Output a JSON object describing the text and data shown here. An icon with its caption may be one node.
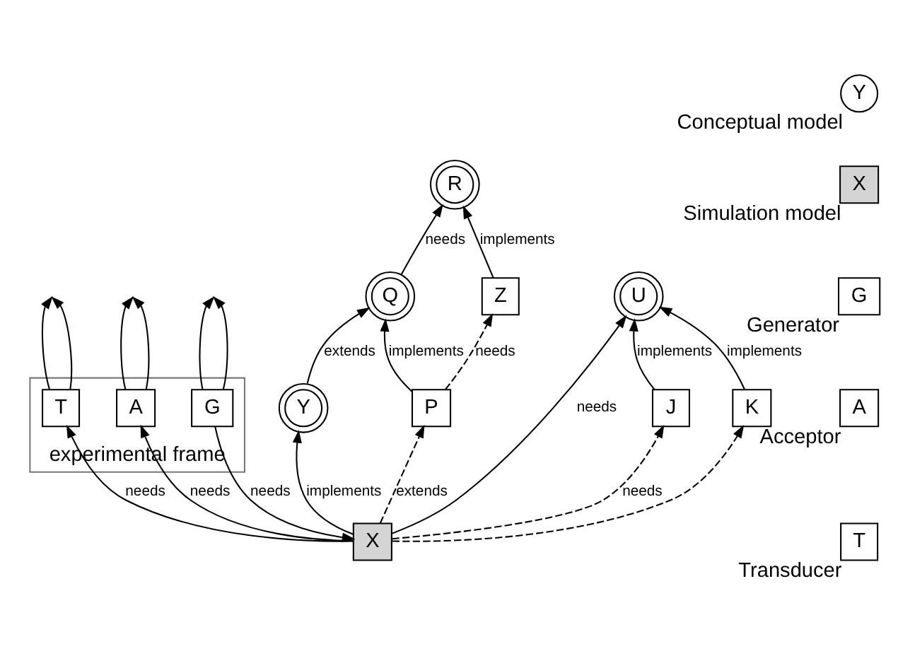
{
  "diagram": {
    "nodes": [
      {
        "text": [
          "experimental frame"
        ]
      },
      {
        "text": [
          "T"
        ],
        "in": 0
      },
      {
        "text": [
          "A"
        ],
        "in": 0
      },
      {
        "text": [
          "G"
        ],
        "in": 0
      },
      {
        "text": [
          "R"
        ]
      },
      {
        "text": [
          "Z"
        ]
      },
      {
        "text": [
          "Q"
        ]
      },
      {
        "text": [
          "Y"
        ]
      },
      {
        "text": [
          "P"
        ]
      },
      {
        "text": [
          "X"
        ]
      },
      {
        "text": [
          "U"
        ]
      },
      {
        "text": [
          "J"
        ]
      },
      {
        "text": [
          "K"
        ]
      },
      {
        "text": [
          "T"
        ],
        "beside": [
          "Transducer"
        ]
      },
      {
        "text": [
          "A"
        ],
        "beside": [
          "Acceptor"
        ]
      },
      {
        "text": [
          "G"
        ],
        "beside": [
          "Generator"
        ]
      },
      {
        "text": [
          "X"
        ],
        "beside": [
          "Simulation model"
        ]
      },
      {
        "text": [
          "Y"
        ],
        "beside": [
          "Conceptual model"
        ]
      }
    ],
    "edges": [
      {
        "from": 8,
        "to": 5,
        "arrow": "to",
        "label": "needs",
        "style": "dashed"
      },
      {
        "from": 5,
        "to": 4,
        "arrow": "to",
        "label": "implements"
      },
      {
        "from": 6,
        "to": 4,
        "arrow": "to",
        "label": "needs"
      },
      {
        "from": 7,
        "to": 6,
        "arrow": "to",
        "label": "extends"
      },
      {
        "from": 8,
        "to": 6,
        "arrow": "to",
        "label": "implements"
      },
      {
        "from": 9,
        "to": 7,
        "arrow": "to",
        "label": "implements"
      },
      {
        "from": 9,
        "to": 8,
        "arrow": "to",
        "label": "extends",
        "style": "dashed"
      },
      {
        "from": 9,
        "to": 1,
        "arrow": "to",
        "label": "needs"
      },
      {
        "from": 9,
        "to": 2,
        "arrow": "to",
        "label": "needs"
      },
      {
        "from": 3,
        "to": 9,
        "arrow": "to",
        "label": "needs"
      },
      {
        "from": 9,
        "to": 10,
        "arrow": "to",
        "label": "needs"
      },
      {
        "from": 11,
        "to": 10,
        "arrow": "to",
        "label": "implements"
      },
      {
        "from": 12,
        "to": 10,
        "arrow": "to",
        "label": "implements"
      },
      {
        "from": 9,
        "to": 11,
        "arrow": "to",
        "label": "needs",
        "style": "dashed"
      },
      {
        "from": 9,
        "to": 12,
        "arrow": "to",
        "style": "dashed"
      },
      {
        "from": 1,
        "to": null,
        "arrow": "to"
      },
      {
        "from": 1,
        "to": null,
        "arrow": "to"
      },
      {
        "from": 2,
        "to": null,
        "arrow": "to"
      },
      {
        "from": 2,
        "to": null,
        "arrow": "to"
      },
      {
        "from": 3,
        "to": null,
        "arrow": "to"
      },
      {
        "from": 3,
        "to": null,
        "arrow": "to"
      }
    ]
  }
}
